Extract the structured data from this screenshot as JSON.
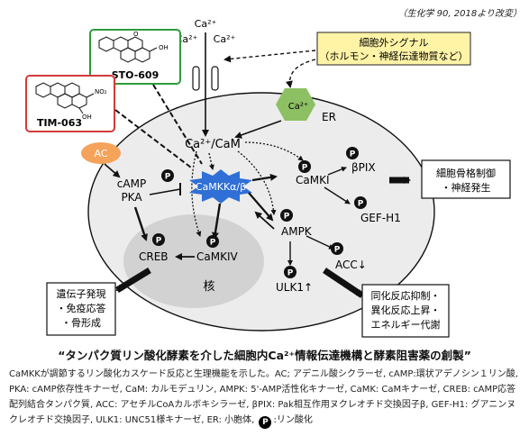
{
  "source_note": "（生化学 90, 2018より改変）",
  "calcium": {
    "top": "Ca²⁺",
    "left": "Ca²⁺",
    "right": "Ca²⁺",
    "er_ion": "Ca²⁺",
    "er": "ER"
  },
  "inhibitors": {
    "sto609": "STO-609",
    "tim063": "TIM-063",
    "tim_oh": "OH",
    "tim_no2": "NO₂",
    "sto_oh": "OH",
    "sto_o": "O"
  },
  "signal_box": {
    "line1": "細胞外シグナル",
    "line2": "（ホルモン・神経伝達物質など）"
  },
  "nodes": {
    "ac": "AC",
    "camp": "cAMP",
    "pka": "PKA",
    "cacam": "Ca²⁺/CaM",
    "camkk": "CaMKKα/β",
    "camki": "CaMKI",
    "pix": "βPIX",
    "gef": "GEF-H1",
    "ampk": "AMPK",
    "acc": "ACC↓",
    "ulk": "ULK1↑",
    "creb": "CREB",
    "camkiv": "CaMKIV",
    "nucleus": "核",
    "p": "P"
  },
  "outputs": {
    "cytoskeleton": [
      "細胞骨格制御",
      "・神経発生"
    ],
    "gene": [
      "遺伝子発現",
      "・免疫応答",
      "・骨形成"
    ],
    "metabolism": [
      "同化反応抑制・",
      "異化反応上昇・",
      "エネルギー代謝"
    ]
  },
  "caption": "“タンパク質リン酸化酵素を介した細胞内Ca²⁺情報伝達機構と酵素阻害薬の創製”",
  "legend": {
    "text": "CaMKKが調節するリン酸化カスケード反応と生理機能を示した。AC; アデニル酸シクラーゼ, cAMP:環状アデノシン１リン酸, PKA: cAMP依存性キナーゼ, CaM: カルモデュリン, AMPK: 5'-AMP活性化キナーゼ, CaMK: CaMキナーゼ, CREB: cAMP応答配列結合タンパク質, ACC: アセチルCoAカルボキシラーゼ, βPIX: Pak相互作用ヌクレオチド交換因子β, GEF-H1: グアニンヌクレオチド交換因子, ULK1: UNC51様キナーゼ, ER: 小胞体, ",
    "badge": "P",
    "tail": ":リン酸化"
  },
  "colors": {
    "cell": "#ececec",
    "nucleus": "#d2d2d2",
    "camkk": "#2f6fd6",
    "ac": "#f5a25a",
    "er": "#8cc063",
    "signal": "#fff3a6",
    "sto_border": "#2e9b3e",
    "tim_border": "#d43a3a"
  }
}
